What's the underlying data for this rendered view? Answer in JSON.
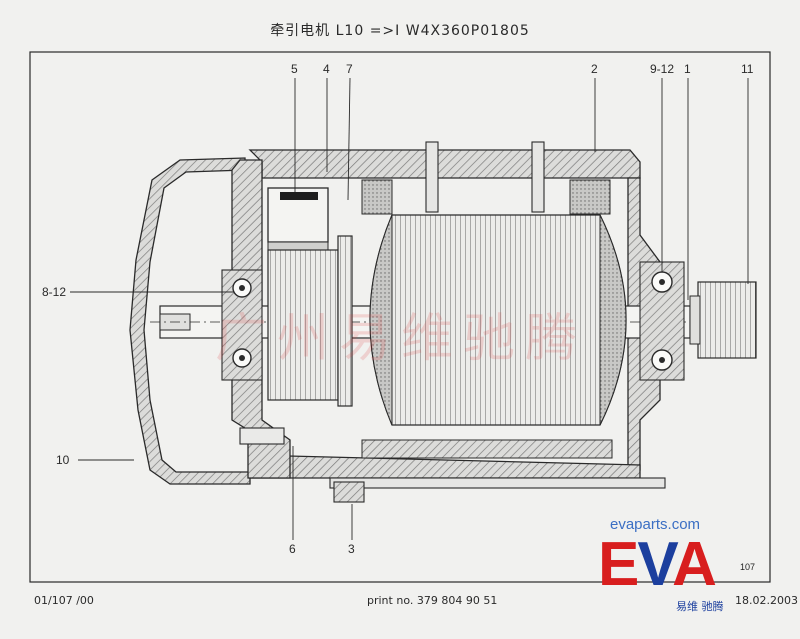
{
  "header": {
    "title": "牵引电机   L10  =>I W4X360P01805"
  },
  "callouts": {
    "c5": "5",
    "c4": "4",
    "c7": "7",
    "c2": "2",
    "c9_12": "9-12",
    "c1": "1",
    "c11": "11",
    "c8_12": "8-12",
    "c10": "10",
    "c6": "6",
    "c3": "3"
  },
  "footer": {
    "left": "01/107  /00",
    "center": "print no. 379 804 90 51",
    "date": "18.02.2003"
  },
  "page_code": "107",
  "logo": {
    "url": "evaparts.com",
    "mark_e": "E",
    "mark_v": "V",
    "mark_a": "A",
    "cn": "易维    驰腾"
  },
  "watermark": "广州易维驰腾",
  "colors": {
    "line": "#2a2a2a",
    "hatch": "#7a7a7a",
    "fill_gray": "#bdbdbd",
    "logo_red": "#d81e1e",
    "logo_blue": "#1c3f9e"
  }
}
